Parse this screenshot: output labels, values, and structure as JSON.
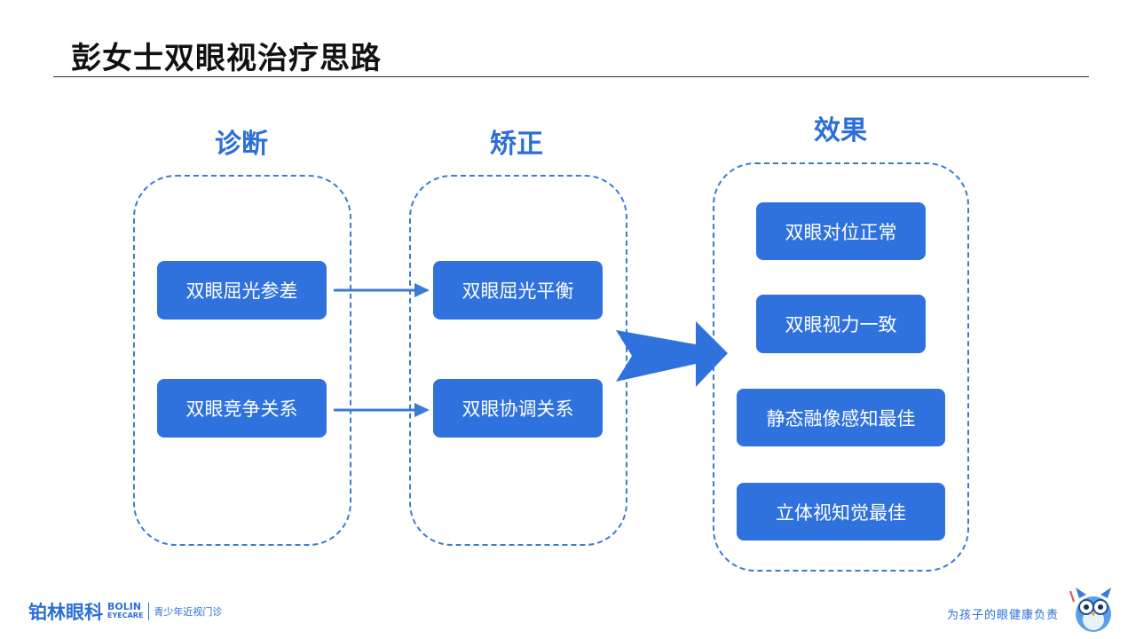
{
  "title": "彭女士双眼视治疗思路",
  "columns": {
    "diagnosis": {
      "label": "诊断",
      "items": [
        "双眼屈光参差",
        "双眼竞争关系"
      ]
    },
    "correction": {
      "label": "矫正",
      "items": [
        "双眼屈光平衡",
        "双眼协调关系"
      ]
    },
    "effect": {
      "label": "效果",
      "items": [
        "双眼对位正常",
        "双眼视力一致",
        "静态融像感知最佳",
        "立体视知觉最佳"
      ]
    }
  },
  "footer": {
    "logo_cn": "铂林眼科",
    "logo_en_1": "BOLIN",
    "logo_en_2": "EYECARE",
    "logo_sub": "青少年近视门诊",
    "slogan": "为孩子的眼健康负责"
  },
  "colors": {
    "accent": "#2f72de",
    "dashed_border": "#3a7bd5",
    "title_text": "#111111"
  },
  "icons": [
    "arrow-right-icon",
    "big-arrow-icon",
    "owl-mascot-icon"
  ]
}
